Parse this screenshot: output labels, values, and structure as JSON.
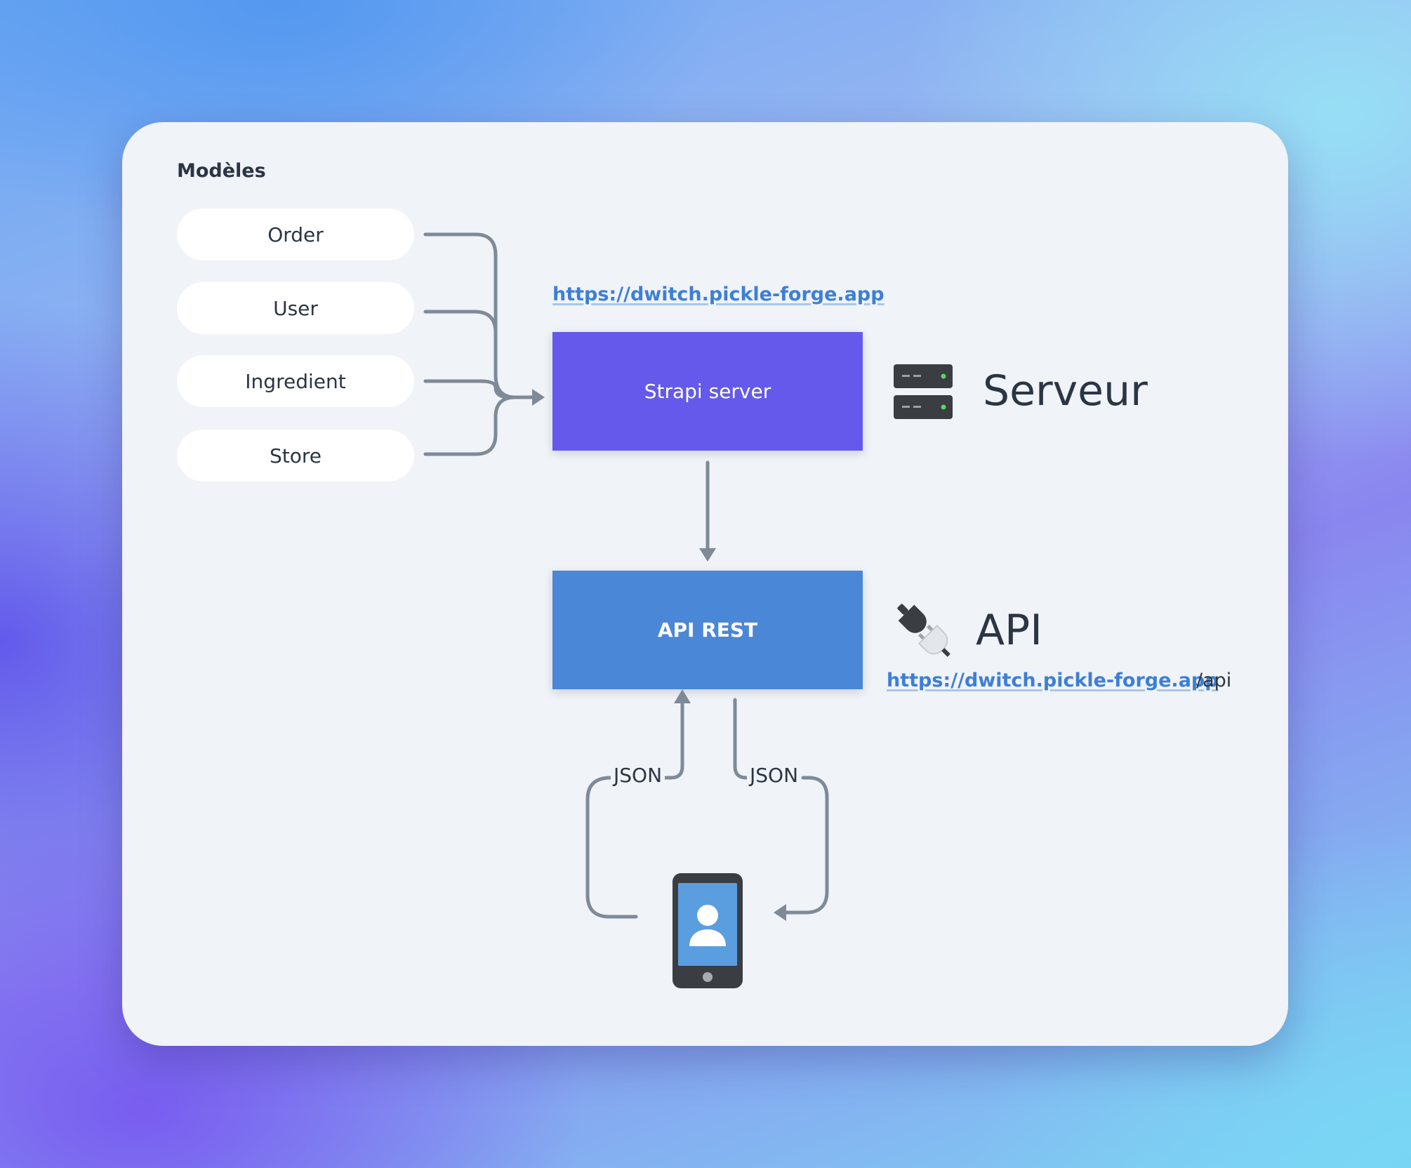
{
  "diagram": {
    "models_heading": "Modèles",
    "models": [
      "Order",
      "User",
      "Ingredient",
      "Store"
    ],
    "server_url": "https://dwitch.pickle-forge.app",
    "strapi_label": "Strapi server",
    "server_label": "Serveur",
    "api_box_label": "API REST",
    "api_label": "API",
    "api_url_link": "https://dwitch.pickle-forge.app",
    "api_url_suffix": "/api",
    "json_left": "JSON",
    "json_right": "JSON"
  },
  "icons": {
    "server": "server-icon",
    "api": "plug-icon",
    "client": "smartphone-user-icon"
  },
  "colors": {
    "strapi_box": "#6459ea",
    "api_box": "#4a87d6",
    "link": "#3d7fd6",
    "arrow": "#7f8a98",
    "card": "#f0f3f7",
    "text": "#2b3544"
  }
}
